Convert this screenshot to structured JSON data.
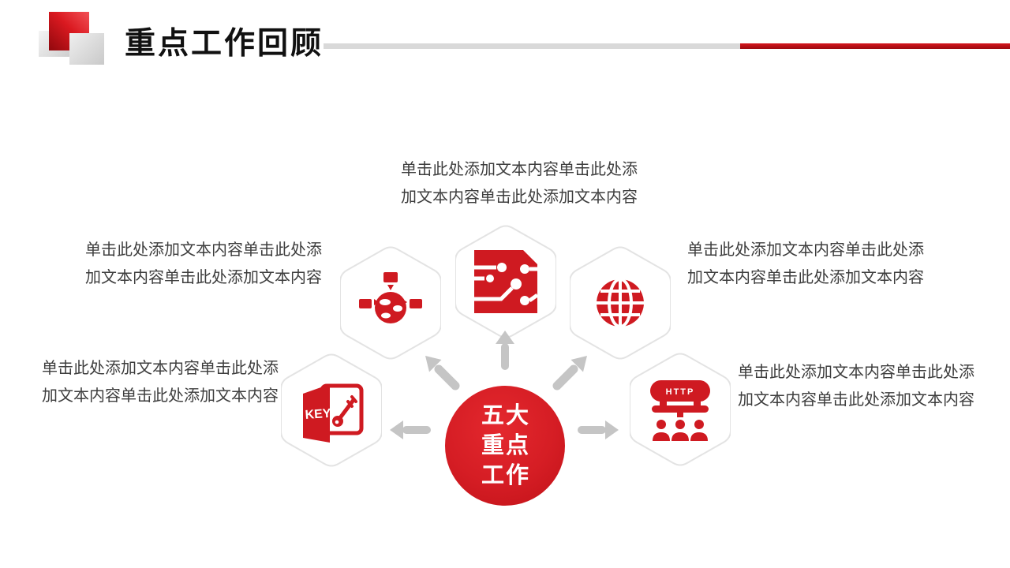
{
  "header": {
    "title": "重点工作回顾"
  },
  "colors": {
    "accent_red": "#d21f26",
    "arrow_gray": "#c5c5c5",
    "divider_gray": "#d9d9d9",
    "body_text": "#3d3d3d"
  },
  "center_circle": {
    "line1": "五大",
    "line2": "重点",
    "line3": "工作"
  },
  "nodes": {
    "top": {
      "icon": "circuit-chip-icon",
      "line1": "单击此处添加文本内容单击此处添",
      "line2": "加文本内容单击此处添加文本内容"
    },
    "left_upper": {
      "icon": "globe-network-icon",
      "line1": "单击此处添加文本内容单击此处添",
      "line2": "加文本内容单击此处添加文本内容"
    },
    "right_upper": {
      "icon": "globe-grid-icon",
      "line1": "单击此处添加文本内容单击此处添",
      "line2": "加文本内容单击此处添加文本内容"
    },
    "left_lower": {
      "icon": "key-document-icon",
      "icon_label": "KEY",
      "line1": "单击此处添加文本内容单击此处添",
      "line2": "加文本内容单击此处添加文本内容"
    },
    "right_lower": {
      "icon": "http-network-icon",
      "icon_label": "HTTP",
      "line1": "单击此处添加文本内容单击此处添",
      "line2": "加文本内容单击此处添加文本内容"
    }
  }
}
